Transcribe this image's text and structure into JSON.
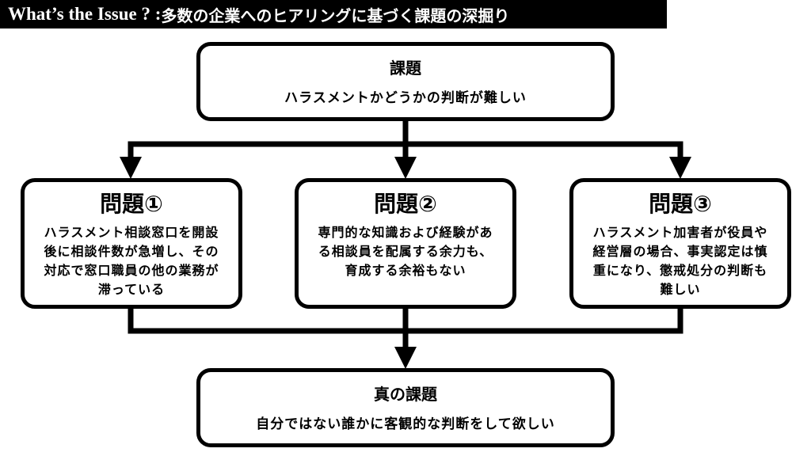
{
  "header": {
    "title_en": "What’s the Issue ? : ",
    "title_jp": "多数の企業へのヒアリングに基づく課題の深掘り"
  },
  "top": {
    "title": "課題",
    "text": "ハラスメントかどうかの判断が難しい"
  },
  "problems": [
    {
      "title": "問題①",
      "text": "ハラスメント相談窓口を開設後に相談件数が急増し、その対応で窓口職員の他の業務が滞っている"
    },
    {
      "title": "問題②",
      "text": "専門的な知識および経験がある相談員を配属する余力も、育成する余裕もない"
    },
    {
      "title": "問題③",
      "text": "ハラスメント加害者が役員や経営層の場合、事実認定は慎重になり、懲戒処分の判断も難しい"
    }
  ],
  "bottom": {
    "title": "真の課題",
    "text": "自分ではない誰かに客観的な判断をして欲しい"
  }
}
